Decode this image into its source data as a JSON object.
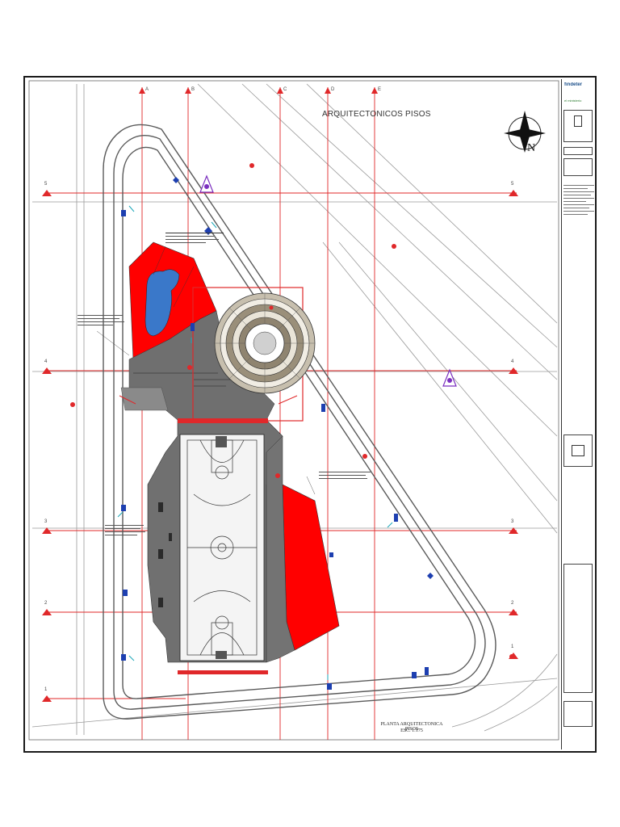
{
  "plan": {
    "title": "ARQUITECTONICOS PISOS",
    "footer_title": "PLANTA ARQUITECTONICA PISOS",
    "footer_scale": "ESC. 1:175"
  },
  "grid": {
    "columns": [
      "A",
      "B",
      "C",
      "D",
      "E"
    ],
    "rows": [
      "5",
      "4",
      "3",
      "2",
      "1"
    ]
  },
  "title_block": {
    "logo": "findeter",
    "logo_sub": "el ministerio"
  },
  "colors": {
    "grid_line": "#e0282a",
    "site_outline": "#555555",
    "red_zone": "#ff0000",
    "pool": "#3a78c9",
    "gray_zone": "#6a6a6a",
    "court_floor": "#f4f4f4",
    "marker": "#1d3fb0",
    "purple_marker": "#7b2fbf"
  },
  "icons": {
    "north_arrow": "north-arrow-icon",
    "grid_marker": "triangle-marker-icon",
    "elevation_marker": "purple-triangle-icon"
  }
}
